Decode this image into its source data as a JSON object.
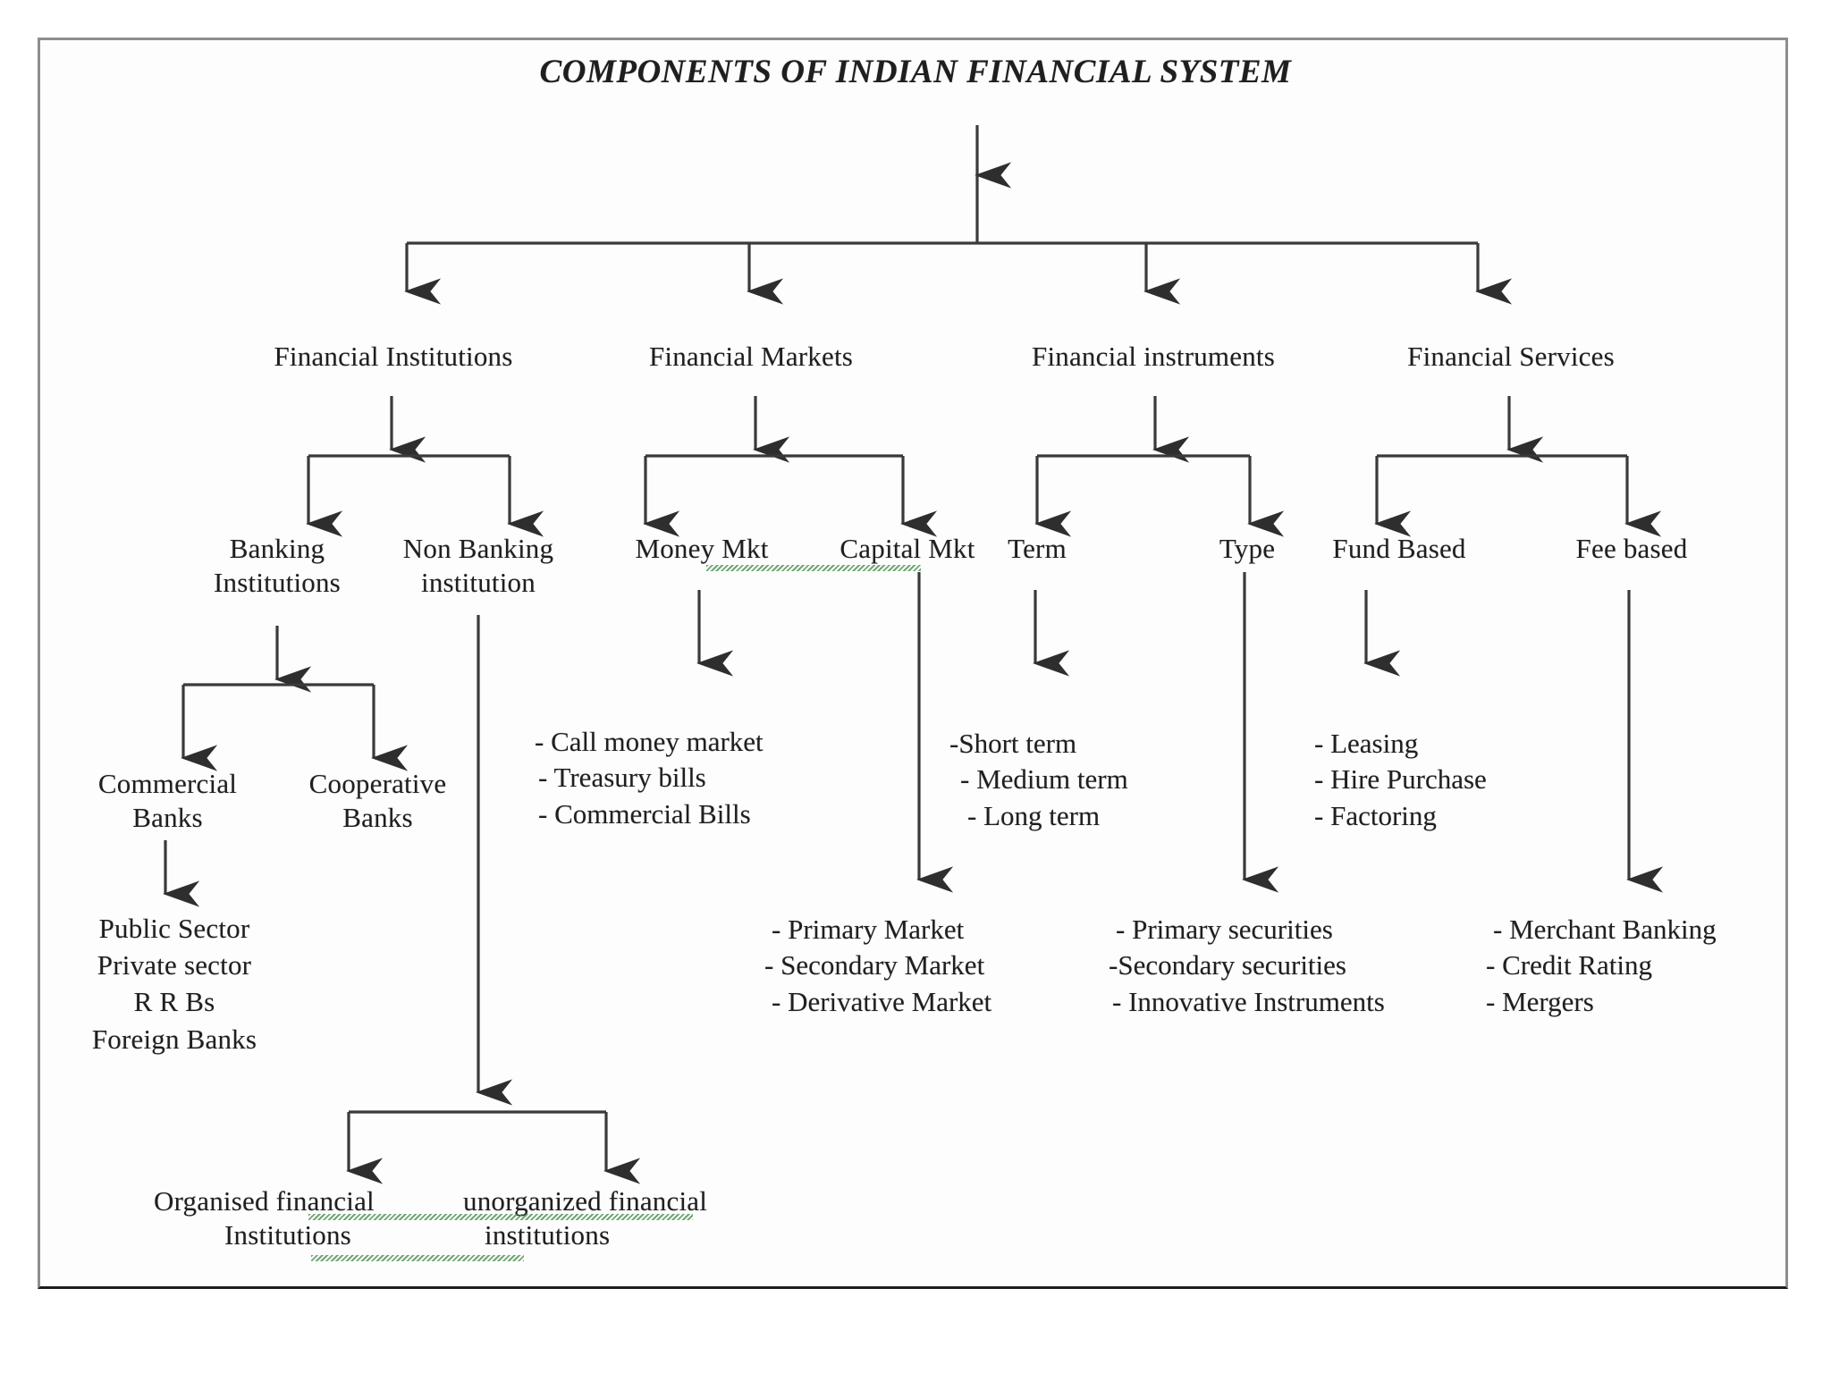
{
  "diagram": {
    "title": "COMPONENTS OF INDIAN FINANCIAL SYSTEM",
    "level1": {
      "financial_institutions": "Financial Institutions",
      "financial_markets": "Financial Markets",
      "financial_instruments": "Financial instruments",
      "financial_services": "Financial Services"
    },
    "level2": {
      "banking_institutions_l1": "Banking",
      "banking_institutions_l2": "Institutions",
      "non_banking_l1": "Non Banking",
      "non_banking_l2": "institution",
      "money_mkt": "Money Mkt",
      "capital_mkt": "Capital Mkt",
      "term": "Term",
      "type": "Type",
      "fund_based": "Fund Based",
      "fee_based": "Fee based"
    },
    "level3": {
      "commercial_banks_l1": "Commercial",
      "commercial_banks_l2": "Banks",
      "cooperative_banks_l1": "Cooperative",
      "cooperative_banks_l2": "Banks"
    },
    "commercial_bank_types": [
      "Public Sector",
      "Private sector",
      "R R Bs",
      "Foreign Banks"
    ],
    "money_market_items": [
      "- Call money market",
      "- Treasury bills",
      "- Commercial Bills"
    ],
    "capital_market_items": [
      "- Primary Market",
      "- Secondary Market",
      "- Derivative Market"
    ],
    "term_items": [
      "-Short term",
      "- Medium term",
      "- Long term"
    ],
    "type_items": [
      "- Primary securities",
      "-Secondary securities",
      "- Innovative Instruments"
    ],
    "fund_based_items": [
      "- Leasing",
      "- Hire Purchase",
      "- Factoring"
    ],
    "fee_based_items": [
      "- Merchant Banking",
      "- Credit Rating",
      "- Mergers"
    ],
    "non_banking_children": {
      "organised_l1": "Organised financial",
      "organised_l2": "Institutions",
      "unorganized_l1": "unorganized financial",
      "unorganized_l2": "institutions"
    },
    "colors": {
      "frame_border": "#8e8e8e",
      "frame_bottom": "#1c1c1c",
      "connector": "#3a3a3a",
      "text": "#1f1f1f",
      "spellcheck_underline": "#3f8a43",
      "background": "#ffffff"
    }
  }
}
